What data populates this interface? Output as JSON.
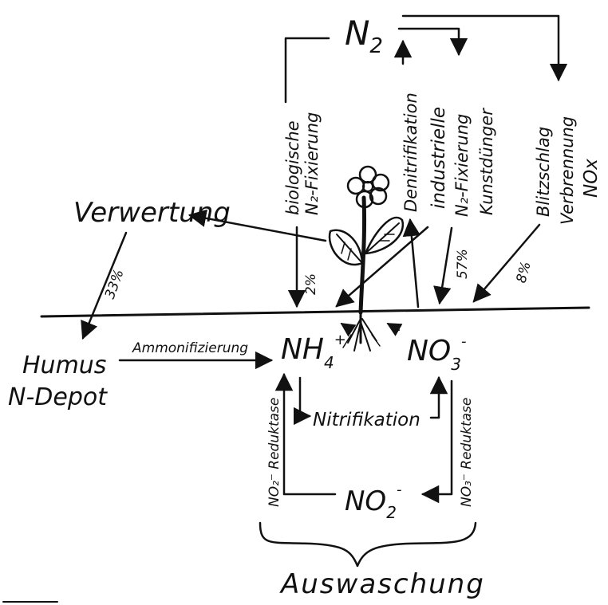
{
  "colors": {
    "ink": "#111111",
    "paper": "#ffffff"
  },
  "nodes": {
    "n2": {
      "main": "N",
      "sub": "2"
    },
    "verwertung": "Verwertung",
    "humus": "Humus",
    "n_depot": "N-Depot",
    "nh4": {
      "main": "NH",
      "sub": "4",
      "sup": "+"
    },
    "no3": {
      "main": "NO",
      "sub": "3",
      "sup": "-"
    },
    "no2": {
      "main": "NO",
      "sub": "2",
      "sup": "-"
    },
    "auswaschung": "Auswaschung"
  },
  "processes": {
    "bio_fix_1": "biologische",
    "bio_fix_2": "N₂-Fixierung",
    "denitrifikation": "Denitrifikation",
    "ind_fix_1": "industrielle",
    "ind_fix_2": "N₂-Fixierung",
    "ind_fix_3": "Kunstdünger",
    "blitz_1": "Blitzschlag",
    "blitz_2": "Verbrennung",
    "blitz_3": "NOx",
    "ammonifizierung": "Ammonifizierung",
    "nitrifikation": "Nitrifikation",
    "no2_reduktase": "NO₂⁻ Reduktase",
    "no3_reduktase": "NO₃⁻ Reduktase"
  },
  "percentages": {
    "verwertung": "33%",
    "bio_fix": "2%",
    "industrial": "57%",
    "lightning": "8%"
  }
}
